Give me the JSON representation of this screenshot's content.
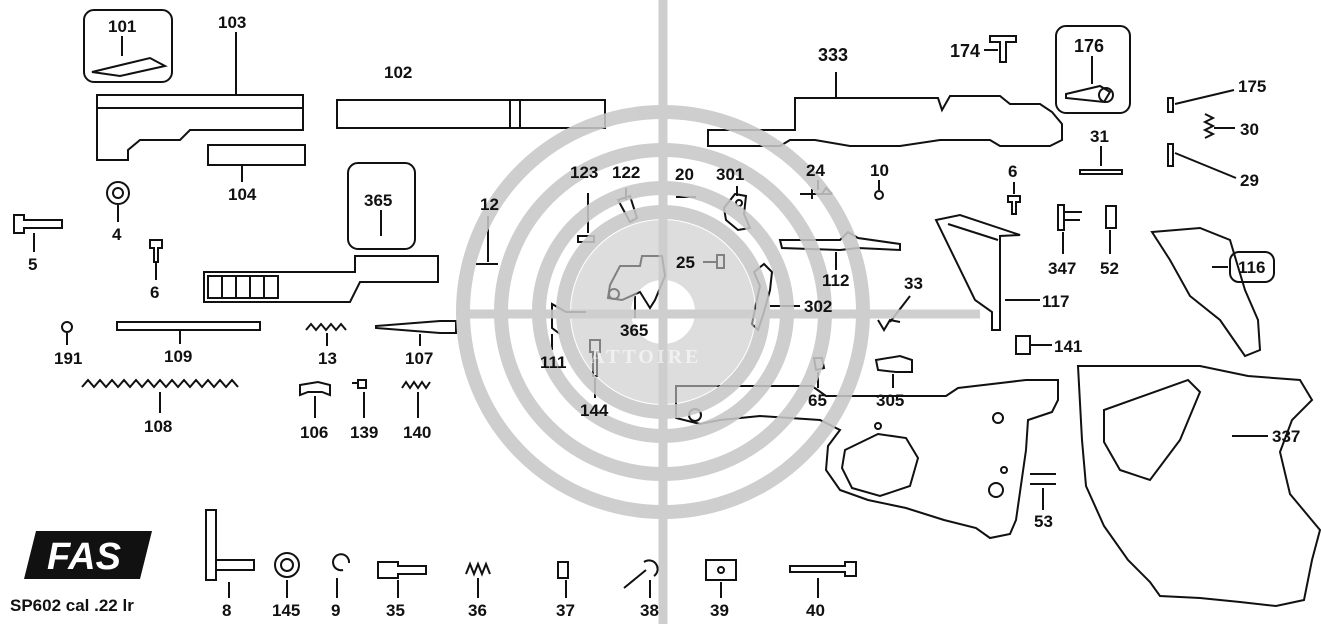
{
  "labels": {
    "p101": "101",
    "p103": "103",
    "p102": "102",
    "p104": "104",
    "p365a": "365",
    "p4": "4",
    "p5": "5",
    "p6a": "6",
    "p12": "12",
    "p123": "123",
    "p122": "122",
    "p20": "20",
    "p301": "301",
    "p24": "24",
    "p10": "10",
    "p6b": "6",
    "p333": "333",
    "p174": "174",
    "p176": "176",
    "p175": "175",
    "p30": "30",
    "p31": "31",
    "p29": "29",
    "p25": "25",
    "p112": "112",
    "p33": "33",
    "p347": "347",
    "p52": "52",
    "p116": "116",
    "p117": "117",
    "p302": "302",
    "p365b": "365",
    "p191": "191",
    "p109": "109",
    "p13": "13",
    "p107": "107",
    "p111": "111",
    "p141": "141",
    "p108": "108",
    "p106": "106",
    "p139": "139",
    "p140": "140",
    "p144": "144",
    "p65": "65",
    "p305": "305",
    "p337": "337",
    "p53": "53",
    "p8": "8",
    "p145": "145",
    "p9": "9",
    "p35": "35",
    "p36": "36",
    "p37": "37",
    "p38": "38",
    "p39": "39",
    "p40": "40"
  },
  "logo_text": "FAS",
  "caption": "SP602 cal .22 lr",
  "watermark_text": "ATTOIRE",
  "colors": {
    "line": "#111111",
    "watermark": "#c8c8c8"
  }
}
